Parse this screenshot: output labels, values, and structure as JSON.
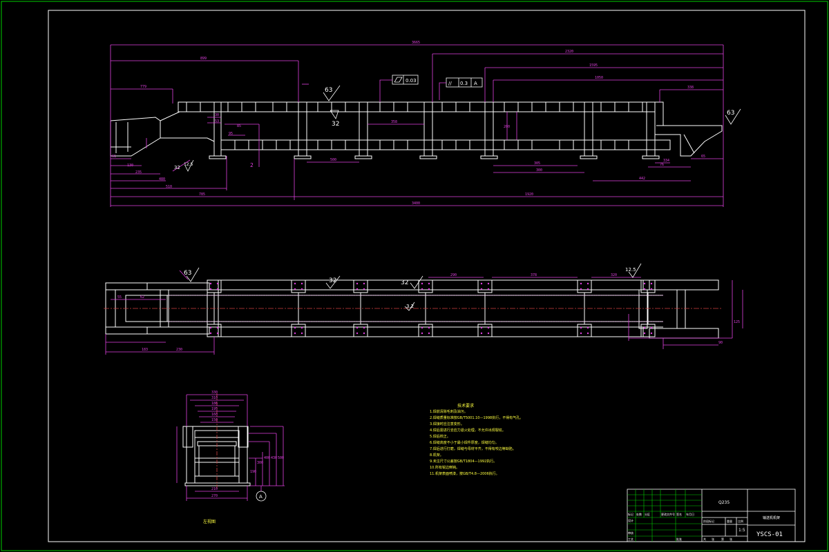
{
  "sheet": {
    "background": "#000000",
    "frame_color": "#00d000",
    "part_color": "#ffffff",
    "dim_color": "#e040e0",
    "note_color": "#ffff40",
    "center_color": "#d04040"
  },
  "front_view": {
    "dims_top": [
      "3665",
      "899",
      "2320",
      "1595",
      "1050",
      "779",
      "338"
    ],
    "dims_bottom": [
      "785",
      "1920",
      "3400"
    ],
    "dims_side": [
      "61",
      "130",
      "235",
      "480",
      "510",
      "85",
      "30",
      "53",
      "95",
      "65",
      "2"
    ],
    "dims_spans": [
      "500",
      "358",
      "305",
      "300",
      "200",
      "442",
      "76",
      "334"
    ],
    "tolerance_flatness": "0.03",
    "tolerance_parallel": [
      "//",
      "0.3",
      "A"
    ],
    "roughness": [
      "63",
      "32",
      "63",
      "32",
      "12.5"
    ]
  },
  "top_view": {
    "dims": [
      "290",
      "378",
      "320",
      "55",
      "62",
      "230",
      "183",
      "90",
      "125"
    ],
    "roughness": [
      "63",
      "32",
      "32",
      "12.5",
      "3.2"
    ]
  },
  "section_view": {
    "dims_top": [
      "330",
      "310",
      "186",
      "195",
      "160",
      "150"
    ],
    "dims_bottom": [
      "210",
      "270"
    ],
    "dims_right": [
      "500",
      "430",
      "400",
      "300",
      "190"
    ],
    "section_mark": "A",
    "caption": "左视图"
  },
  "notes": {
    "title": "技术要求",
    "lines": [
      "1.焊前清除毛刺及油污。",
      "2.焊缝质量标准按GB/T5001.10—1998执行，不得有气孔。",
      "3.焊接时应注意变形。",
      "4.焊后需进行去应力退火处理，不允许出现裂纹。",
      "5.焊后校正。",
      "6.焊缝高度不小于最小焊件厚度，焊缝均匀。",
      "7.焊后进行打磨，焊缝与母材平齐，不得有咬边等缺陷。",
      "8.机架。",
      "9.未注尺寸公差按GB/T1804—1992执行。",
      "10.所有锐边倒钝。",
      "11.机架表面喷漆，按GB/T4.8—2006执行。"
    ]
  },
  "title_block": {
    "material": "Q235",
    "scale": "1:5",
    "drawing_no": "YSCS-01",
    "part_name": "输送机机架",
    "headers": [
      "标记",
      "处数",
      "分区",
      "更改文件号",
      "签名",
      "年月日"
    ],
    "row_labels": [
      "设计",
      "审核",
      "工艺",
      "批准"
    ],
    "stage_labels": [
      "阶段标记",
      "重量",
      "比例"
    ],
    "sheet_info": [
      "共",
      "张",
      "第",
      "张"
    ]
  }
}
